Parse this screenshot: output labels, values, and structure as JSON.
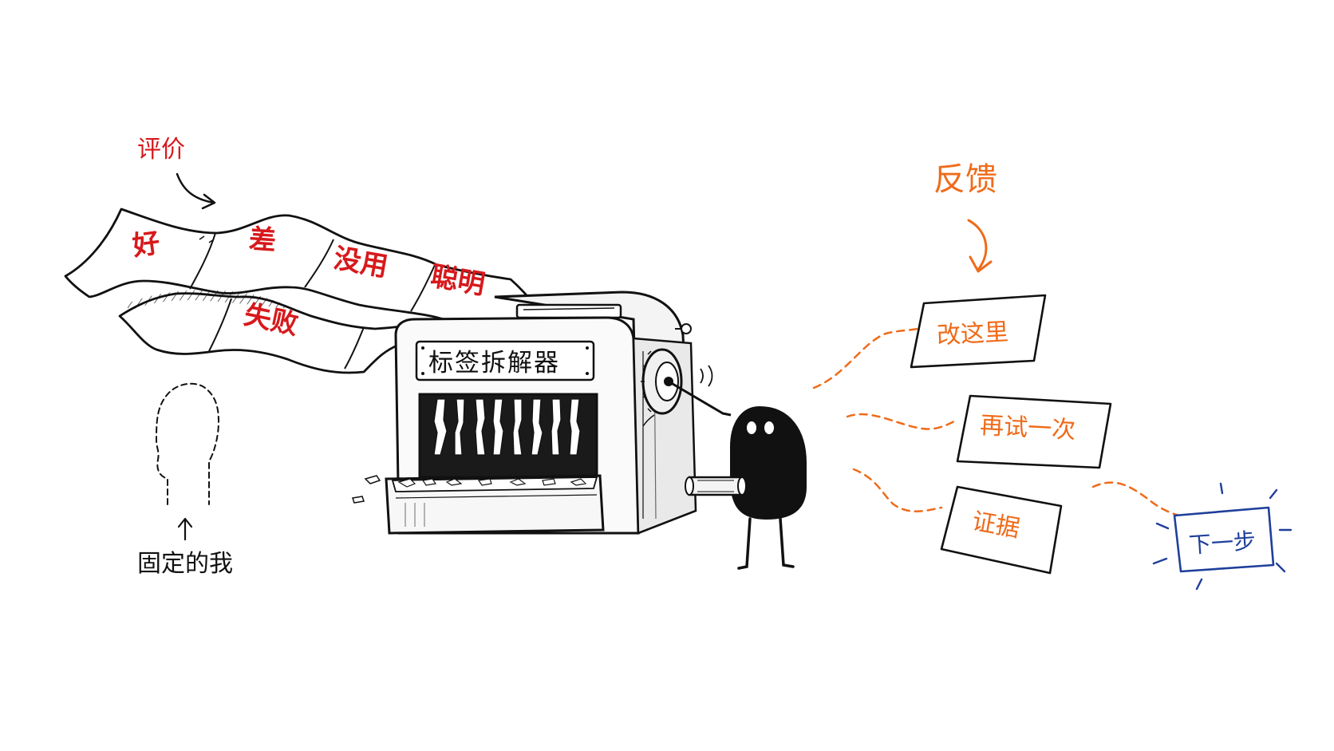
{
  "labels": {
    "evaluation": "评价",
    "feedback": "反馈",
    "fixed_self": "固定的我",
    "machine_name": "标签拆解器",
    "next_step": "下一步"
  },
  "evaluation_words": {
    "good": "好",
    "bad": "差",
    "useless": "没用",
    "smart": "聪明",
    "failure": "失败"
  },
  "feedback_cards": {
    "fix_here": "改这里",
    "try_again": "再试一次",
    "evidence": "证据"
  },
  "colors": {
    "evaluation_red": "#d7191c",
    "feedback_orange": "#ef6b1a",
    "next_step_blue": "#1f3f9a",
    "ink": "#111111"
  }
}
